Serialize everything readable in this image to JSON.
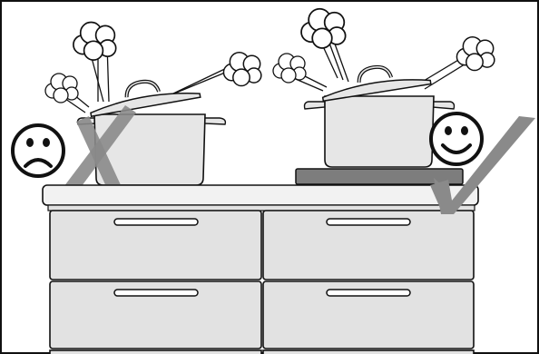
{
  "scene": {
    "left": {
      "outcome": "wrong",
      "face": "sad-face-icon",
      "verdict_mark": "cross-icon",
      "pot_lid": "tilted-open"
    },
    "right": {
      "outcome": "correct",
      "face": "happy-face-icon",
      "verdict_mark": "check-icon",
      "pot_lid": "tilted-open",
      "heating_zone": "hob-plate"
    }
  },
  "colors": {
    "outline": "#111111",
    "pot_fill": "#e6e6e6",
    "cabinet_fill": "#e2e2e2",
    "worktop_fill": "#f2f2f2",
    "hob_plate_fill": "#7d7d7d",
    "verdict_mark_fill": "#8a8a8a",
    "steam_fill": "#ffffff"
  }
}
